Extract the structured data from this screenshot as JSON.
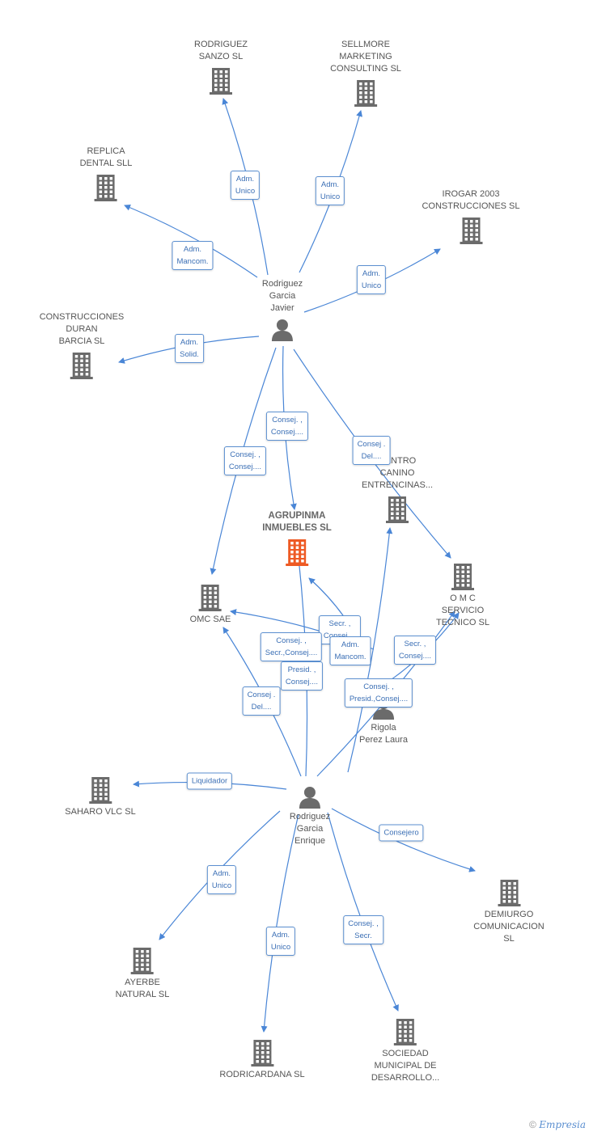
{
  "colors": {
    "edge": "#4a86d6",
    "building": "#6b6b6b",
    "main_building": "#ee5a24",
    "person": "#6b6b6b"
  },
  "nodes": [
    {
      "id": "rodriguez_sanzo",
      "label": "RODRIGUEZ\nSANZO  SL",
      "icon": "building-icon"
    },
    {
      "id": "sellmore",
      "label": "SELLMORE\nMARKETING\nCONSULTING SL",
      "icon": "building-icon"
    },
    {
      "id": "replica_dental",
      "label": "REPLICA\nDENTAL SLL",
      "icon": "building-icon"
    },
    {
      "id": "irogar",
      "label": "IROGAR 2003\nCONSTRUCCIONES SL",
      "icon": "building-icon"
    },
    {
      "id": "rodriguez_javier",
      "label": "Rodriguez\nGarcia\nJavier",
      "icon": "person-icon"
    },
    {
      "id": "construcciones_duran",
      "label": "CONSTRUCCIONES\nDURAN\nBARCIA SL",
      "icon": "building-icon"
    },
    {
      "id": "centro_canino",
      "label": "CENTRO\nCANINO\nENTRENCINAS...",
      "icon": "building-icon"
    },
    {
      "id": "agrupinma",
      "label": "AGRUPINMA\nINMUEBLES SL",
      "icon": "building-icon",
      "main": true
    },
    {
      "id": "omc_servicio",
      "label": "O M C\nSERVICIO\nTECNICO SL",
      "icon": "building-icon"
    },
    {
      "id": "omc_sae",
      "label": "OMC SAE",
      "icon": "building-icon"
    },
    {
      "id": "rigola",
      "label": "Rigola\nPerez Laura",
      "icon": "person-icon"
    },
    {
      "id": "saharo",
      "label": "SAHARO VLC SL",
      "icon": "building-icon"
    },
    {
      "id": "rodriguez_enrique",
      "label": "Rodriguez\nGarcia\nEnrique",
      "icon": "person-icon"
    },
    {
      "id": "demiurgo",
      "label": "DEMIURGO\nCOMUNICACION SL",
      "icon": "building-icon"
    },
    {
      "id": "ayerbe",
      "label": "AYERBE\nNATURAL SL",
      "icon": "building-icon"
    },
    {
      "id": "sociedad_municipal",
      "label": "SOCIEDAD\nMUNICIPAL DE\nDESARROLLO...",
      "icon": "building-icon"
    },
    {
      "id": "rodricardana",
      "label": "RODRICARDANA SL",
      "icon": "building-icon"
    }
  ],
  "edges": [
    {
      "from": "rodriguez_javier",
      "to": "rodriguez_sanzo",
      "label": "Adm.\nUnico"
    },
    {
      "from": "rodriguez_javier",
      "to": "sellmore",
      "label": "Adm.\nUnico"
    },
    {
      "from": "rodriguez_javier",
      "to": "replica_dental",
      "label": "Adm.\nMancom."
    },
    {
      "from": "rodriguez_javier",
      "to": "irogar",
      "label": "Adm.\nUnico"
    },
    {
      "from": "rodriguez_javier",
      "to": "construcciones_duran",
      "label": "Adm.\nSolid."
    },
    {
      "from": "rodriguez_javier",
      "to": "agrupinma",
      "label": "Consej. ,\nConsej...."
    },
    {
      "from": "rodriguez_javier",
      "to": "omc_sae",
      "label": "Consej. ,\nConsej...."
    },
    {
      "from": "rodriguez_javier",
      "to": "omc_servicio",
      "label": "Consej .\nDel...."
    },
    {
      "from": "rigola",
      "to": "agrupinma",
      "label": "Secr. ,\nConsej...."
    },
    {
      "from": "rigola",
      "to": "omc_sae",
      "label": "Consej. ,\nSecr.,Consej...."
    },
    {
      "from": "rodriguez_enrique",
      "to": "centro_canino",
      "label": "Adm.\nMancom."
    },
    {
      "from": "rigola",
      "to": "omc_servicio",
      "label": "Secr. ,\nConsej...."
    },
    {
      "from": "rodriguez_enrique",
      "to": "agrupinma",
      "label": "Presid. ,\nConsej...."
    },
    {
      "from": "rodriguez_enrique",
      "to": "omc_servicio",
      "label": "Consej. ,\nPresid.,Consej...."
    },
    {
      "from": "rodriguez_enrique",
      "to": "omc_sae",
      "label": "Consej .\nDel...."
    },
    {
      "from": "rodriguez_enrique",
      "to": "saharo",
      "label": "Liquidador"
    },
    {
      "from": "rodriguez_enrique",
      "to": "demiurgo",
      "label": "Consejero"
    },
    {
      "from": "rodriguez_enrique",
      "to": "ayerbe",
      "label": "Adm.\nUnico"
    },
    {
      "from": "rodriguez_enrique",
      "to": "rodricardana",
      "label": "Adm.\nUnico"
    },
    {
      "from": "rodriguez_enrique",
      "to": "sociedad_municipal",
      "label": "Consej. ,\nSecr."
    }
  ],
  "footer": {
    "copyright": "©",
    "brand": "Empresia"
  }
}
